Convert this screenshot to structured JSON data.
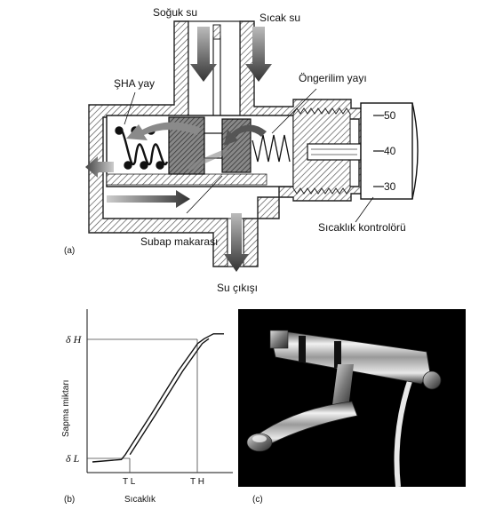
{
  "panel_a": {
    "cold_water": "Soğuk su",
    "hot_water": "Sıcak su",
    "sma_spring": "ŞHA yay",
    "bias_spring": "Öngerilim yayı",
    "valve_spool": "Subap makarası",
    "temperature_controller": "Sıcaklık kontrolörü",
    "water_outlet": "Su çıkışı",
    "dial_ticks": [
      "50",
      "40",
      "30"
    ],
    "panel_label": "(a)"
  },
  "panel_b": {
    "panel_label": "(b)",
    "chart_data": {
      "type": "line",
      "xlabel": "Sıcaklık",
      "ylabel": "Sapma miktarı",
      "x_ticks": [
        "T L",
        "T H"
      ],
      "y_ticks": [
        "δ L",
        "δ H"
      ],
      "x": [
        0.0,
        0.22,
        0.25,
        0.45,
        0.65,
        0.8,
        0.85,
        0.92,
        1.0
      ],
      "y": [
        0.0,
        0.02,
        0.06,
        0.4,
        0.75,
        0.98,
        1.02,
        1.06,
        1.06
      ]
    }
  },
  "panel_c": {
    "panel_label": "(c)"
  }
}
